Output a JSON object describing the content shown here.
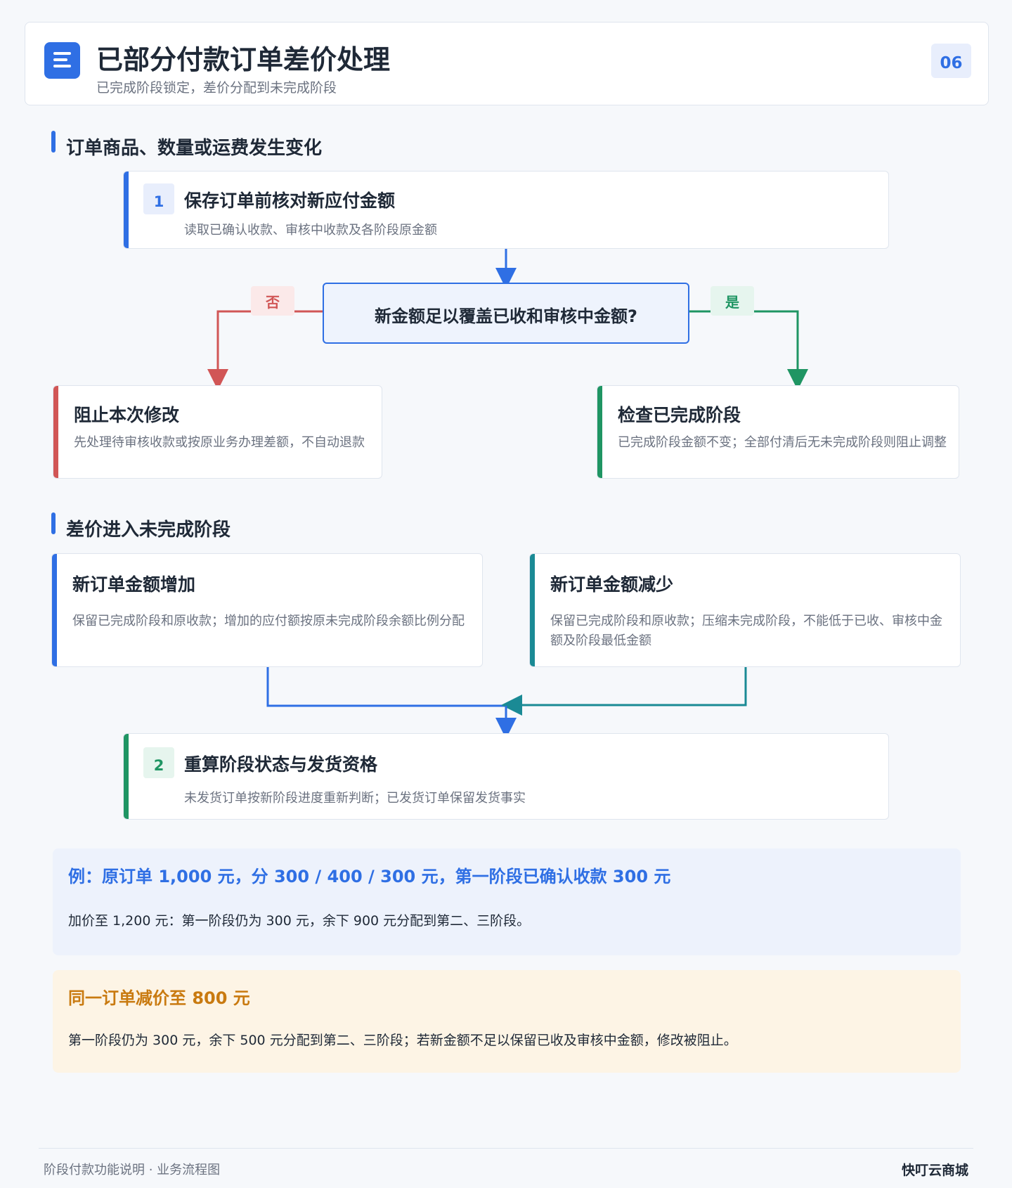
{
  "header": {
    "title": "已部分付款订单差价处理",
    "subtitle": "已完成阶段锁定，差价分配到未完成阶段",
    "page_number": "06",
    "icon": "document-list-icon"
  },
  "section1": {
    "title": "订单商品、数量或运费发生变化"
  },
  "step1": {
    "badge": "1",
    "title": "保存订单前核对新应付金额",
    "desc": "读取已确认收款、审核中收款及各阶段原金额"
  },
  "decision": {
    "question": "新金额足以覆盖已收和审核中金额?",
    "no_label": "否",
    "yes_label": "是"
  },
  "block_modify": {
    "title": "阻止本次修改",
    "desc": "先处理待审核收款或按原业务办理差额，不自动退款"
  },
  "check_completed": {
    "title": "检查已完成阶段",
    "desc": "已完成阶段金额不变；全部付清后无未完成阶段则阻止调整"
  },
  "section2": {
    "title": "差价进入未完成阶段"
  },
  "increase": {
    "title": "新订单金额增加",
    "desc": "保留已完成阶段和原收款；增加的应付额按原未完成阶段余额比例分配"
  },
  "decrease": {
    "title": "新订单金额减少",
    "desc": "保留已完成阶段和原收款；压缩未完成阶段，不能低于已收、审核中金额及阶段最低金额"
  },
  "step2": {
    "badge": "2",
    "title": "重算阶段状态与发货资格",
    "desc": "未发货订单按新阶段进度重新判断；已发货订单保留发货事实"
  },
  "example1": {
    "title": "例：原订单 1,000 元，分 300 / 400 / 300 元，第一阶段已确认收款 300 元",
    "body": "加价至 1,200 元：第一阶段仍为 300 元，余下 900 元分配到第二、三阶段。"
  },
  "example2": {
    "title": "同一订单减价至 800 元",
    "body": "第一阶段仍为 300 元，余下 500 元分配到第二、三阶段；若新金额不足以保留已收及审核中金额，修改被阻止。"
  },
  "footer": {
    "left": "阶段付款功能说明 · 业务流程图",
    "right": "快叮云商城"
  },
  "colors": {
    "blue": "#2f6fe4",
    "red": "#d15656",
    "green": "#1f9563",
    "teal": "#1a8a95",
    "orange": "#c97a10"
  }
}
